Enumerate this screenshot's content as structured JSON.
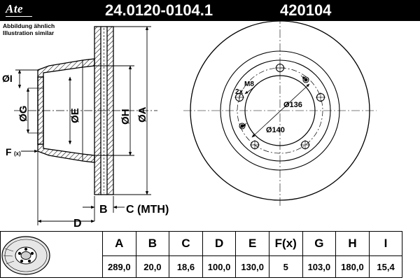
{
  "header": {
    "brand": "Ate",
    "part_number": "24.0120-0104.1",
    "ref_number": "420104"
  },
  "note": {
    "line1": "Abbildung ähnlich",
    "line2": "Illustration similar"
  },
  "drawing": {
    "side_labels": {
      "I": "ØI",
      "G": "ØG",
      "E": "ØE",
      "H": "ØH",
      "A": "ØA",
      "F": "F",
      "F_sub": "(x)",
      "B": "B",
      "C": "C (MTH)",
      "D": "D"
    },
    "front_labels": {
      "thread": "M8",
      "thread_count": "2x",
      "pcd": "Ø136",
      "bore": "Ø140"
    }
  },
  "table": {
    "headers": [
      "A",
      "B",
      "C",
      "D",
      "E",
      "F(x)",
      "G",
      "H",
      "I"
    ],
    "values": [
      "289,0",
      "20,0",
      "18,6",
      "100,0",
      "130,0",
      "5",
      "103,0",
      "180,0",
      "15,4"
    ]
  }
}
